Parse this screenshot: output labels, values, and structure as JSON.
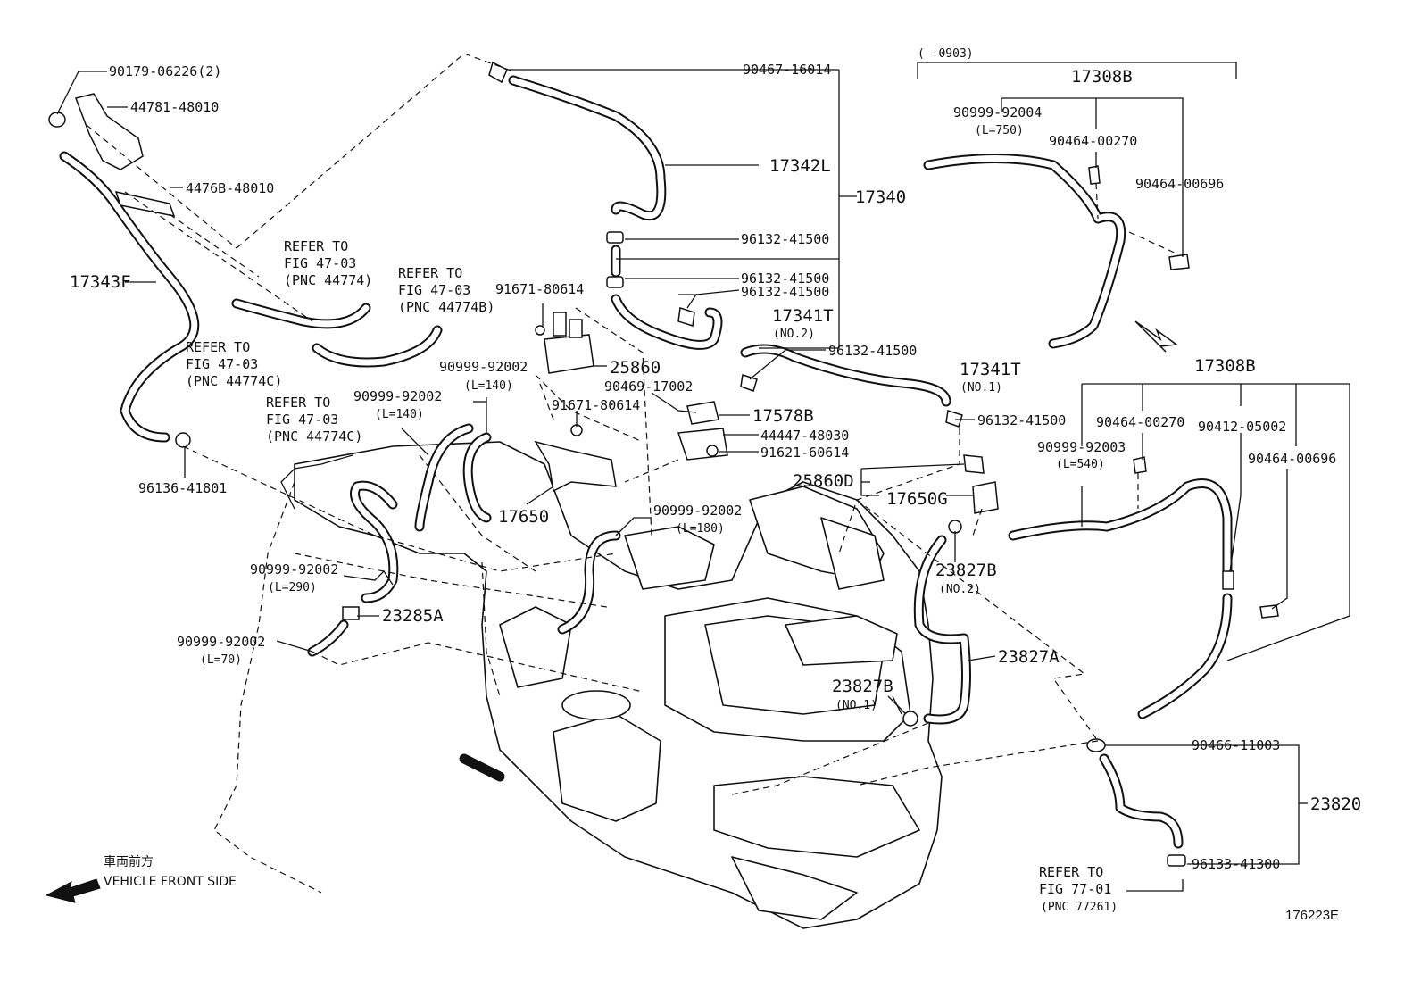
{
  "labels": {
    "p90179": "90179-06226(2)",
    "p44781": "44781-48010",
    "p4476b": "4476B-48010",
    "p17343f": "17343F",
    "p96136": "96136-41801",
    "p90467": "90467-16014",
    "p17342l": "17342L",
    "p17340": "17340",
    "p96132a": "96132-41500",
    "p96132b": "96132-41500",
    "p96132c": "96132-41500",
    "p17341t_no2": "17341T",
    "no2a": "(NO.2)",
    "p96132d": "96132-41500",
    "p17341t_no1": "17341T",
    "no1a": "(NO.1)",
    "p96132e": "96132-41500",
    "p91671a": "91671-80614",
    "p25860": "25860",
    "p90999a": "90999-92002",
    "l140a": "(L=140)",
    "p90469": "90469-17002",
    "p17578b": "17578B",
    "p44447": "44447-48030",
    "p91621": "91621-60614",
    "p91671b": "91671-80614",
    "p90999b": "90999-92002",
    "l140b": "(L=140)",
    "p17650": "17650",
    "p25860d": "25860D",
    "p17650g": "17650G",
    "p23827b_no2": "23827B",
    "no2b": "(NO.2)",
    "p90999c": "90999-92002",
    "l180": "(L=180)",
    "p90999d": "90999-92002",
    "l290": "(L=290)",
    "p23285a": "23285A",
    "p90999e": "90999-92002",
    "l70": "(L=70)",
    "p23827a": "23827A",
    "p23827b_no1": "23827B",
    "no1b": "(NO.1)",
    "p90466": "90466-11003",
    "p23820": "23820",
    "p96133": "96133-41300",
    "range_top": "(      -0903)",
    "p17308b_top": "17308B",
    "p90999f": "90999-92004",
    "l750": "(L=750)",
    "p90464a": "90464-00270",
    "p90464b": "90464-00696",
    "p17308b_bot": "17308B",
    "p90464c": "90464-00270",
    "p90412": "90412-05002",
    "p90999g": "90999-92003",
    "l540": "(L=540)",
    "p90464d": "90464-00696",
    "figure_id": "176223E"
  },
  "refs": {
    "r1": [
      "REFER TO",
      "FIG 47-03",
      "(PNC 44774)"
    ],
    "r2": [
      "REFER TO",
      "FIG 47-03",
      "(PNC 44774B)"
    ],
    "r3": [
      "REFER TO",
      "FIG 47-03",
      "(PNC 44774C)"
    ],
    "r4": [
      "REFER TO",
      "FIG 47-03",
      "(PNC 44774C)"
    ],
    "r5": [
      "REFER TO",
      "FIG 77-01",
      "(PNC 77261)"
    ]
  },
  "front": {
    "jp": "車両前方",
    "en": "VEHICLE FRONT SIDE"
  }
}
